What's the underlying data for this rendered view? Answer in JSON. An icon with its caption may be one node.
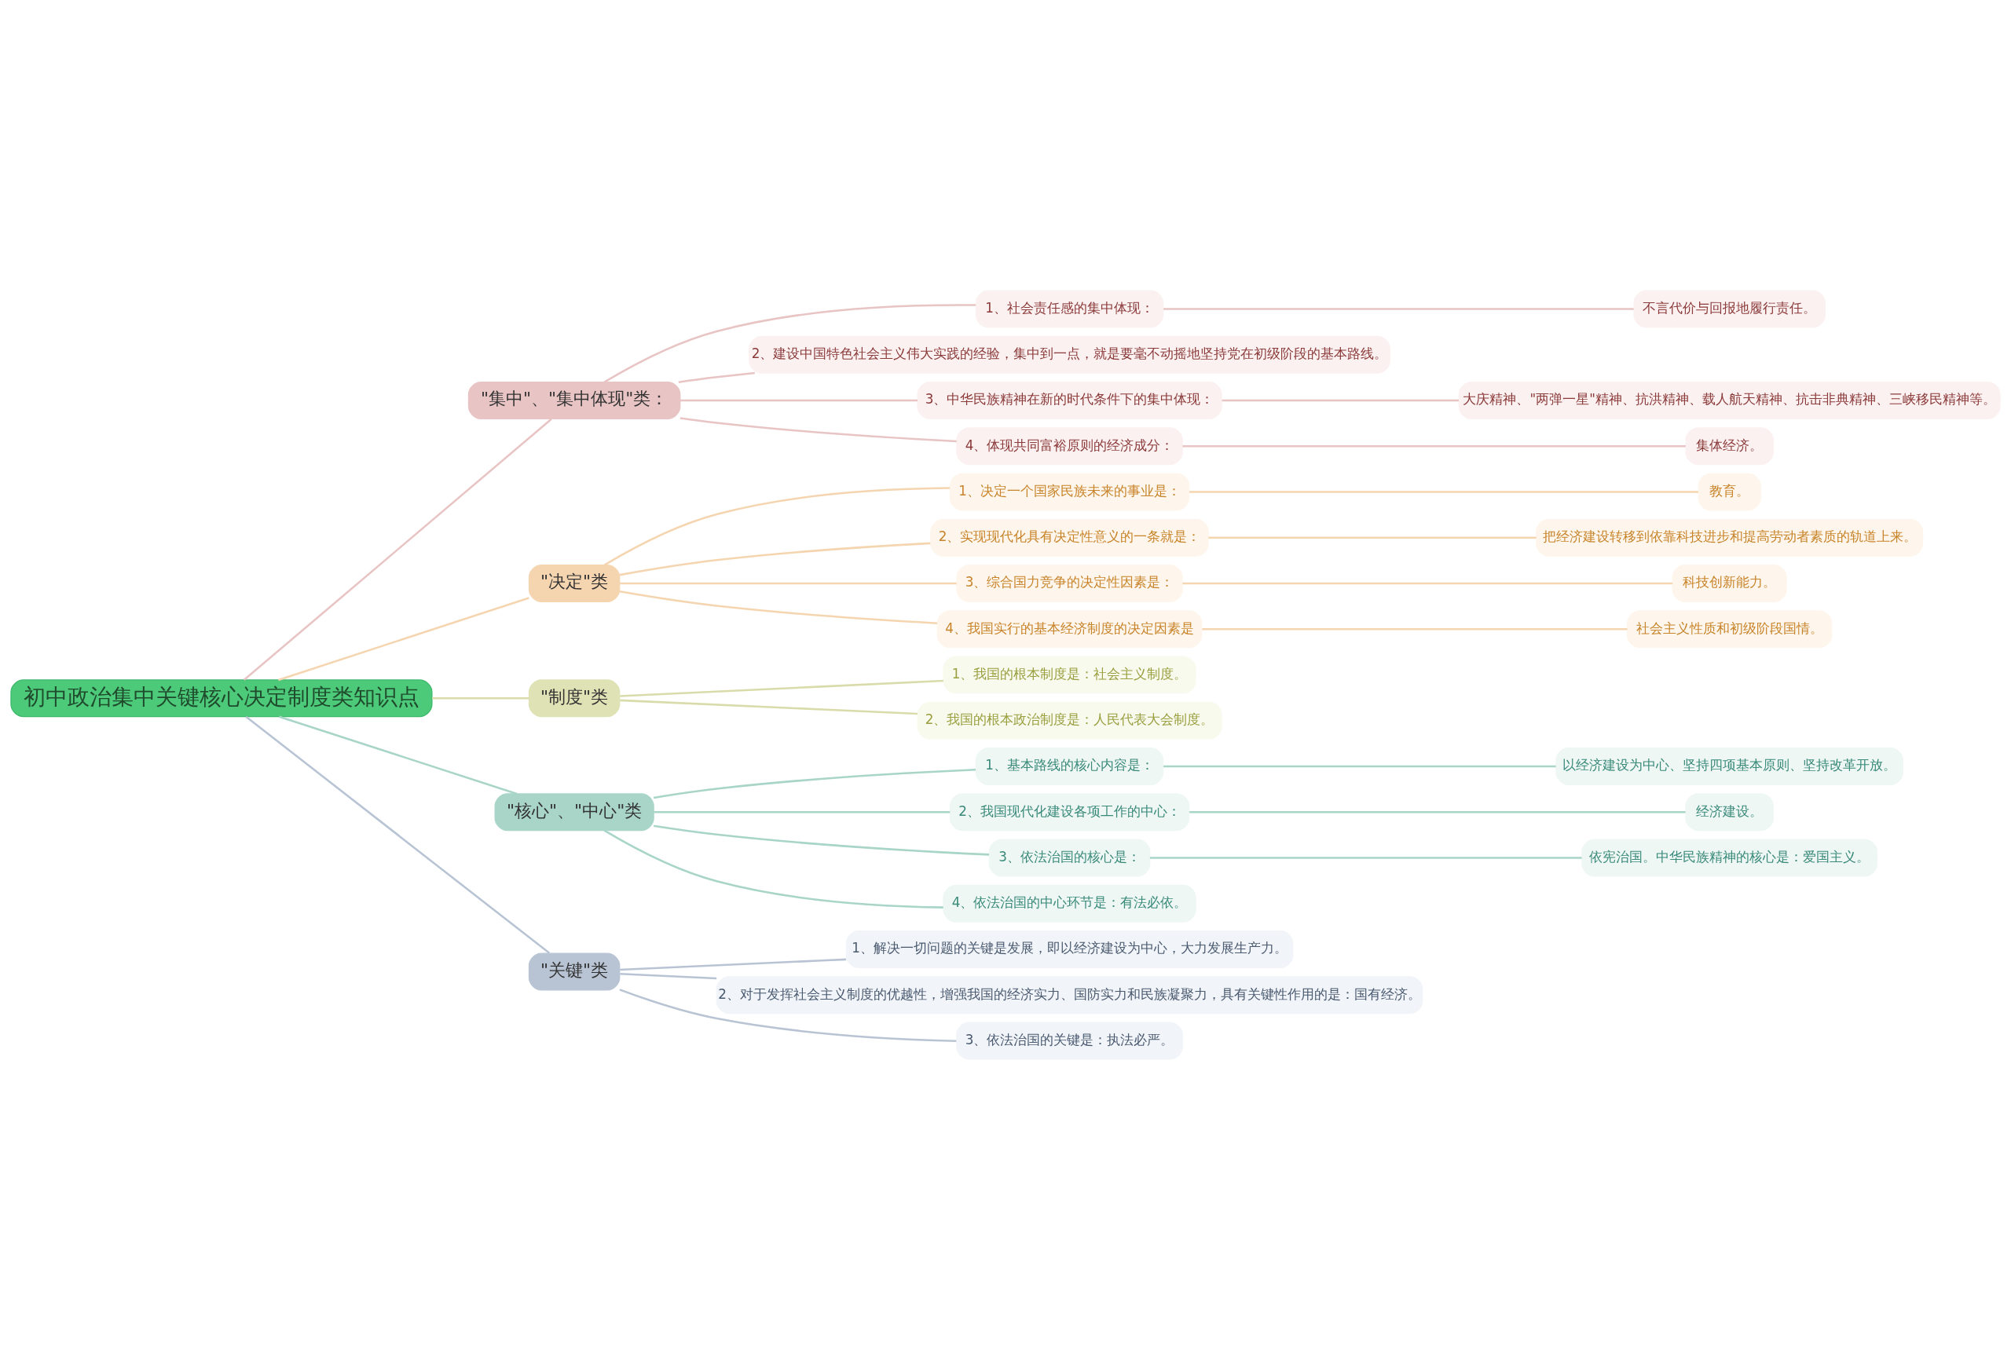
{
  "diagram": {
    "nodes": [
      {
        "text": [
          "初中政治集中关键核心决定制度类知识点"
        ]
      },
      {
        "text": [
          "\"集中\"、\"集中体现\"类："
        ]
      },
      {
        "text": [
          "1、社会责任感的集中体现："
        ]
      },
      {
        "text": [
          "不言代价与回报地履行责任。"
        ]
      },
      {
        "text": [
          "2、建设中国特色社会主义伟大实践的经验，集中到一点，就是要毫不动摇地坚持党在初级阶段的基本路线。"
        ]
      },
      {
        "text": [
          "3、中华民族精神在新的时代条件下的集中体现："
        ]
      },
      {
        "text": [
          "大庆精神、\"两弹一星\"精神、抗洪精神、载人航天精神、抗击非典精神、三峡移民精神等。"
        ]
      },
      {
        "text": [
          "4、体现共同富裕原则的经济成分："
        ]
      },
      {
        "text": [
          "集体经济。"
        ]
      },
      {
        "text": [
          "\"决定\"类"
        ]
      },
      {
        "text": [
          "1、决定一个国家民族未来的事业是："
        ]
      },
      {
        "text": [
          "教育。"
        ]
      },
      {
        "text": [
          "2、实现现代化具有决定性意义的一条就是："
        ]
      },
      {
        "text": [
          "把经济建设转移到依靠科技进步和提高劳动者素质的轨道上来。"
        ]
      },
      {
        "text": [
          "3、综合国力竞争的决定性因素是："
        ]
      },
      {
        "text": [
          "科技创新能力。"
        ]
      },
      {
        "text": [
          "4、我国实行的基本经济制度的决定因素是"
        ]
      },
      {
        "text": [
          "社会主义性质和初级阶段国情。"
        ]
      },
      {
        "text": [
          "\"制度\"类"
        ]
      },
      {
        "text": [
          "1、我国的根本制度是：社会主义制度。"
        ]
      },
      {
        "text": [
          "2、我国的根本政治制度是：人民代表大会制度。"
        ]
      },
      {
        "text": [
          "\"核心\"、\"中心\"类"
        ]
      },
      {
        "text": [
          "1、基本路线的核心内容是："
        ]
      },
      {
        "text": [
          "以经济建设为中心、坚持四项基本原则、坚持改革开放。"
        ]
      },
      {
        "text": [
          "2、我国现代化建设各项工作的中心："
        ]
      },
      {
        "text": [
          "经济建设。"
        ]
      },
      {
        "text": [
          "3、依法治国的核心是："
        ]
      },
      {
        "text": [
          "依宪治国。中华民族精神的核心是：爱国主义。"
        ]
      },
      {
        "text": [
          "4、依法治国的中心环节是：有法必依。"
        ]
      },
      {
        "text": [
          "\"关键\"类"
        ]
      },
      {
        "text": [
          "1、解决一切问题的关键是发展，即以经济建设为中心，大力发展生产力。"
        ]
      },
      {
        "text": [
          "2、对于发挥社会主义制度的优越性，增强我国的经济实力、国防实力和民族凝聚力，具有关键性作用的是：国有经济。"
        ]
      },
      {
        "text": [
          "3、依法治国的关键是：执法必严。"
        ]
      }
    ],
    "edges": [
      {
        "from": 0,
        "to": 1,
        "arrow": "none",
        "color": "#e8c4c4"
      },
      {
        "from": 1,
        "to": 2,
        "arrow": "none",
        "color": "#e8c4c4"
      },
      {
        "from": 2,
        "to": 3,
        "arrow": "none",
        "color": "#e8c4c4"
      },
      {
        "from": 1,
        "to": 4,
        "arrow": "none",
        "color": "#e8c4c4"
      },
      {
        "from": 1,
        "to": 5,
        "arrow": "none",
        "color": "#e8c4c4"
      },
      {
        "from": 5,
        "to": 6,
        "arrow": "none",
        "color": "#e8c4c4"
      },
      {
        "from": 1,
        "to": 7,
        "arrow": "none",
        "color": "#e8c4c4"
      },
      {
        "from": 7,
        "to": 8,
        "arrow": "none",
        "color": "#e8c4c4"
      },
      {
        "from": 0,
        "to": 9,
        "arrow": "none",
        "color": "#f5d5b0"
      },
      {
        "from": 9,
        "to": 10,
        "arrow": "none",
        "color": "#f5d5b0"
      },
      {
        "from": 10,
        "to": 11,
        "arrow": "none",
        "color": "#f5d5b0"
      },
      {
        "from": 9,
        "to": 12,
        "arrow": "none",
        "color": "#f5d5b0"
      },
      {
        "from": 12,
        "to": 13,
        "arrow": "none",
        "color": "#f5d5b0"
      },
      {
        "from": 9,
        "to": 14,
        "arrow": "none",
        "color": "#f5d5b0"
      },
      {
        "from": 14,
        "to": 15,
        "arrow": "none",
        "color": "#f5d5b0"
      },
      {
        "from": 9,
        "to": 16,
        "arrow": "none",
        "color": "#f5d5b0"
      },
      {
        "from": 16,
        "to": 17,
        "arrow": "none",
        "color": "#f5d5b0"
      },
      {
        "from": 0,
        "to": 18,
        "arrow": "none",
        "color": "#d9dcaa"
      },
      {
        "from": 18,
        "to": 19,
        "arrow": "none",
        "color": "#d9dcaa"
      },
      {
        "from": 18,
        "to": 20,
        "arrow": "none",
        "color": "#d9dcaa"
      },
      {
        "from": 0,
        "to": 21,
        "arrow": "none",
        "color": "#a8d5c8"
      },
      {
        "from": 21,
        "to": 22,
        "arrow": "none",
        "color": "#a8d5c8"
      },
      {
        "from": 22,
        "to": 23,
        "arrow": "none",
        "color": "#a8d5c8"
      },
      {
        "from": 21,
        "to": 24,
        "arrow": "none",
        "color": "#a8d5c8"
      },
      {
        "from": 24,
        "to": 25,
        "arrow": "none",
        "color": "#a8d5c8"
      },
      {
        "from": 21,
        "to": 26,
        "arrow": "none",
        "color": "#a8d5c8"
      },
      {
        "from": 26,
        "to": 27,
        "arrow": "none",
        "color": "#a8d5c8"
      },
      {
        "from": 21,
        "to": 28,
        "arrow": "none",
        "color": "#a8d5c8"
      },
      {
        "from": 0,
        "to": 29,
        "arrow": "none",
        "color": "#b8c4d4"
      },
      {
        "from": 29,
        "to": 30,
        "arrow": "none",
        "color": "#b8c4d4"
      },
      {
        "from": 29,
        "to": 31,
        "arrow": "none",
        "color": "#b8c4d4"
      },
      {
        "from": 29,
        "to": 32,
        "arrow": "none",
        "color": "#b8c4d4"
      }
    ]
  }
}
